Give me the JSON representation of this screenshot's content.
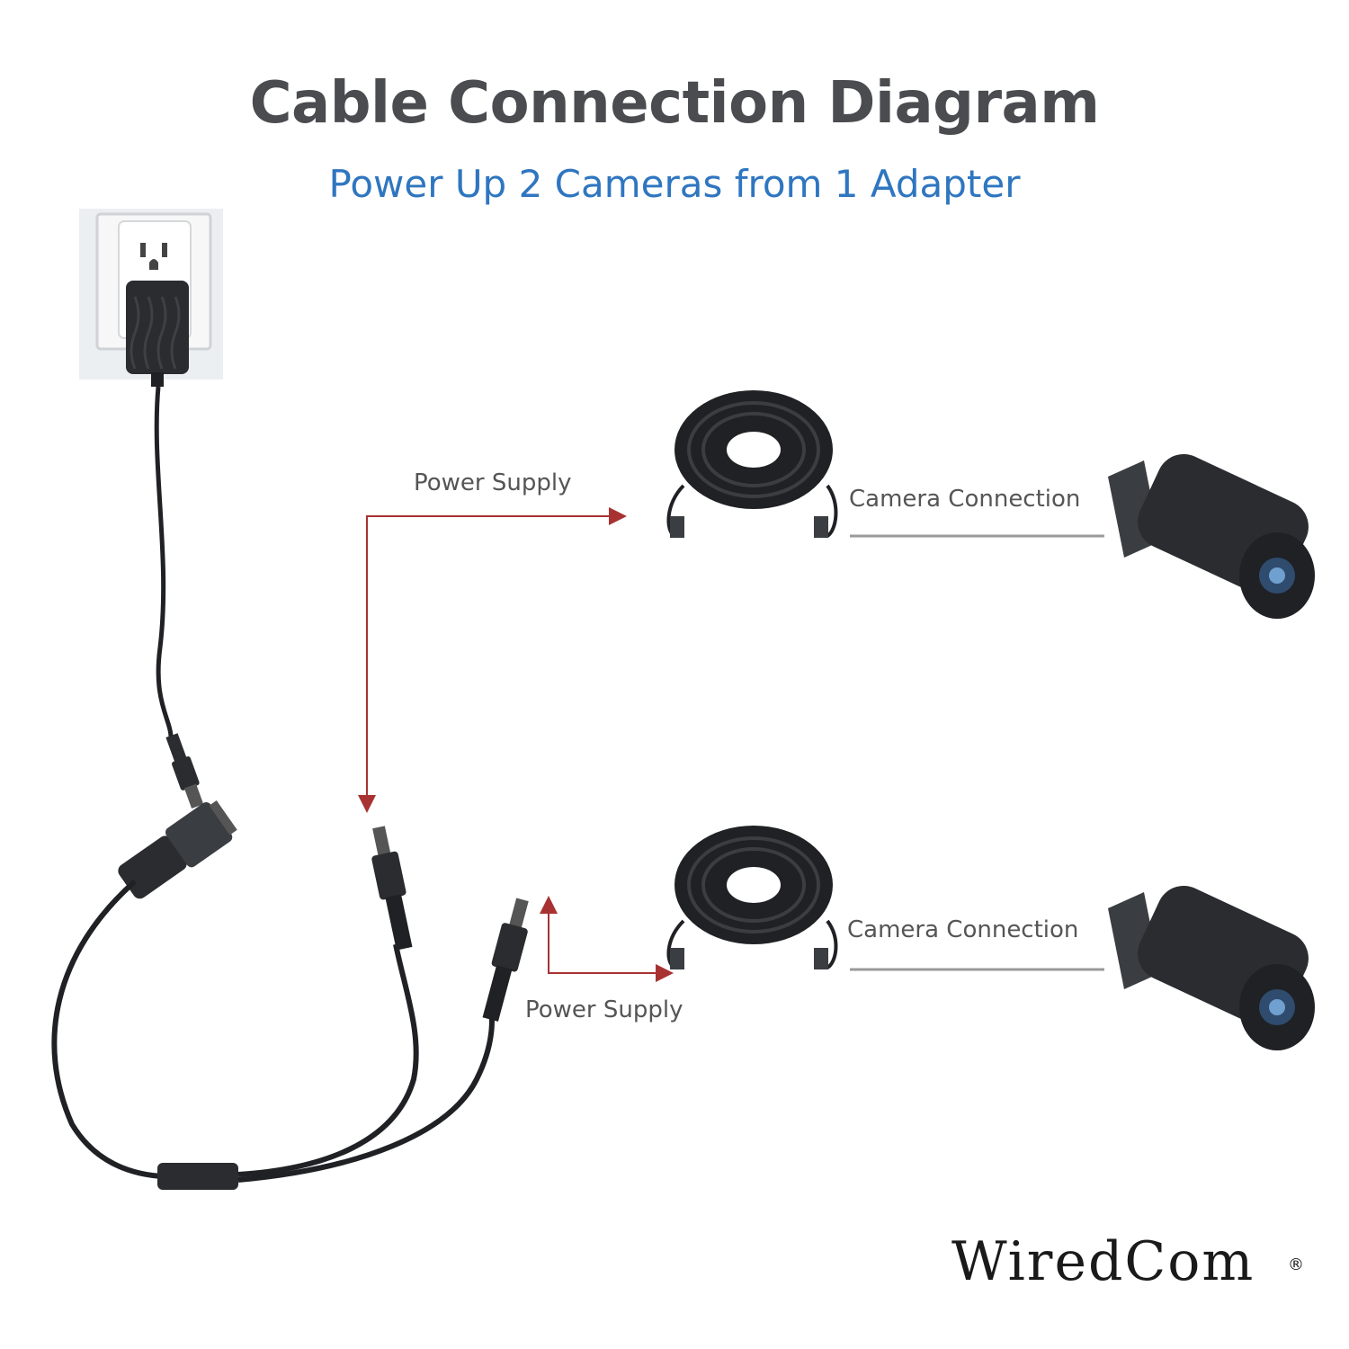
{
  "header": {
    "title": "Cable Connection Diagram",
    "subtitle": "Power Up 2 Cameras from 1 Adapter"
  },
  "labels": {
    "power_supply_top": "Power Supply",
    "power_supply_bottom": "Power Supply",
    "camera_connection_top": "Camera Connection",
    "camera_connection_bottom": "Camera Connection"
  },
  "brand": {
    "name": "WiredCom",
    "mark": "®"
  },
  "colors": {
    "title": "#4a4c50",
    "subtitle": "#2f76c0",
    "arrow": "#a83232",
    "cable": "#1f2124"
  },
  "icons": [
    "wall-outlet-icon",
    "power-adapter-icon",
    "splitter-cable-icon",
    "cable-coil-icon",
    "bullet-camera-icon"
  ]
}
